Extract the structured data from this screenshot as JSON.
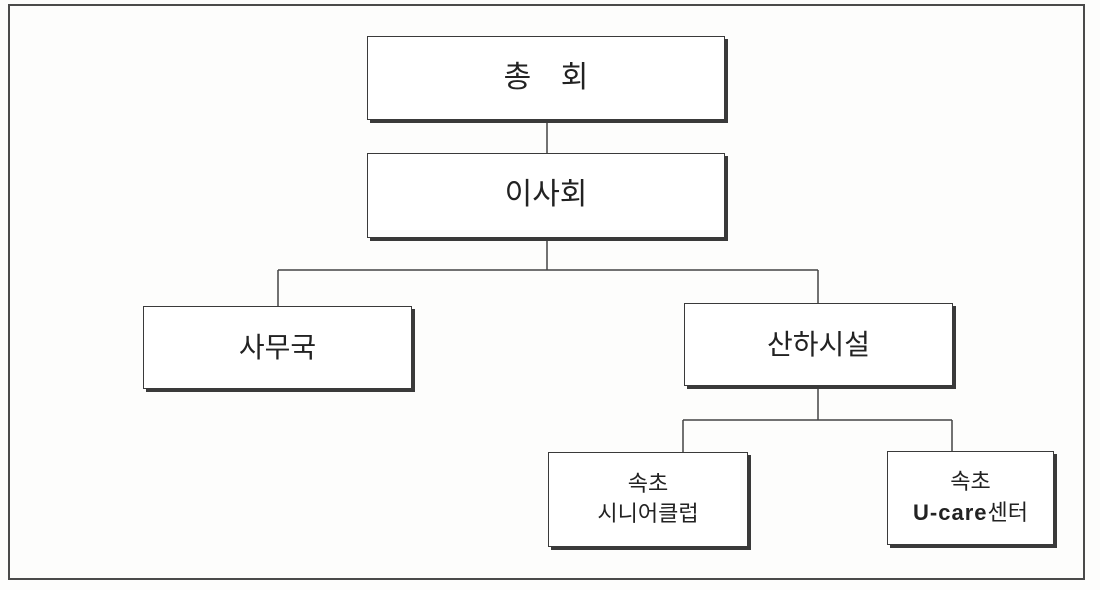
{
  "diagram": {
    "nodes": {
      "general_assembly": {
        "label": "총 회"
      },
      "board": {
        "label": "이사회"
      },
      "secretariat": {
        "label": "사무국"
      },
      "affiliated_facilities": {
        "label": "산하시설"
      },
      "senior_club": {
        "line1": "속초",
        "line2": "시니어클럽"
      },
      "ucare_center": {
        "line1": "속초",
        "line2_brand": "U-care",
        "line2_suffix": "센터"
      }
    },
    "edges": [
      [
        "general_assembly",
        "board"
      ],
      [
        "board",
        "secretariat"
      ],
      [
        "board",
        "affiliated_facilities"
      ],
      [
        "affiliated_facilities",
        "senior_club"
      ],
      [
        "affiliated_facilities",
        "ucare_center"
      ]
    ],
    "colors": {
      "line": "#444444",
      "border": "#3a3a3a",
      "text": "#222222"
    }
  }
}
